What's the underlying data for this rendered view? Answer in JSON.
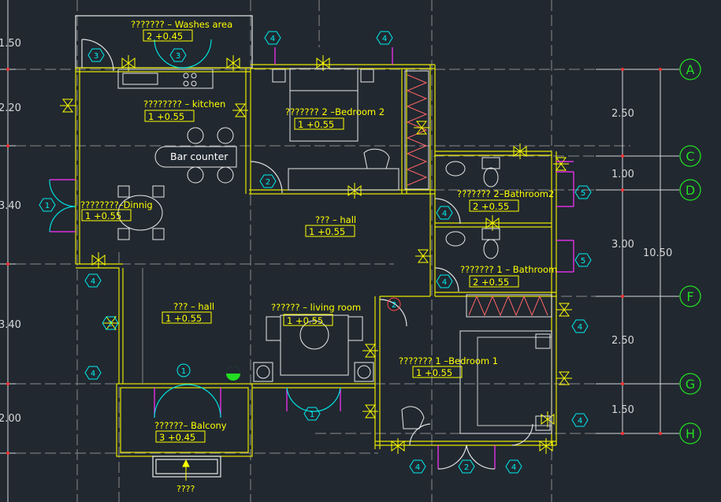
{
  "colors": {
    "background": "#212830",
    "wall": "#e6e600",
    "room_text": "#ffff00",
    "dimension": "#cfcfcf",
    "axis_line": "#00c8c8",
    "grid_circle": "#22dd22",
    "door": "#ff33ff",
    "window": "#00ffff",
    "tag": "#00eeee",
    "furniture": "#ffffff",
    "red": "#ff2222"
  },
  "rooms": [
    {
      "name": "??????? –  Washes area",
      "level": "2 +0.45",
      "tag": "3"
    },
    {
      "name": "???????? – kitchen",
      "level": "1 +0.55",
      "tag": ""
    },
    {
      "name": "??????? 2 –Bedroom 2",
      "level": "1 +0.55",
      "tag": ""
    },
    {
      "name": "????????–Dinnig",
      "level": "1 +0.55",
      "tag": ""
    },
    {
      "name": "??? – hall",
      "level": "1 +0.55",
      "tag": ""
    },
    {
      "name": "??????? 2–Bathroom2",
      "level": "2 +0.55",
      "tag": "2"
    },
    {
      "name": "??????? 1 – Bathroom",
      "level": "2 +0.55",
      "tag": "2"
    },
    {
      "name": "??? – hall",
      "level": "1 +0.55",
      "tag": ""
    },
    {
      "name": "?????? – living room",
      "level": "1 +0.55",
      "tag": ""
    },
    {
      "name": "??????? 1 –Bedroom 1",
      "level": "1 +0.55",
      "tag": ""
    },
    {
      "name": "??????– Balcony",
      "level": "3 +0.45",
      "tag": "3"
    }
  ],
  "labels": {
    "bar_counter": "Bar counter",
    "entrance": "????"
  },
  "left_dimensions": [
    "1.50",
    "2.20",
    "3.40",
    "3.40",
    "2.00"
  ],
  "right_dimensions": [
    "2.50",
    "1.00",
    "3.00",
    "2.50",
    "1.50"
  ],
  "total_dimension": "10.50",
  "grid_axes": [
    "A",
    "C",
    "D",
    "F",
    "G",
    "H"
  ],
  "door_tags": [
    "1",
    "2",
    "3",
    "4",
    "5"
  ]
}
